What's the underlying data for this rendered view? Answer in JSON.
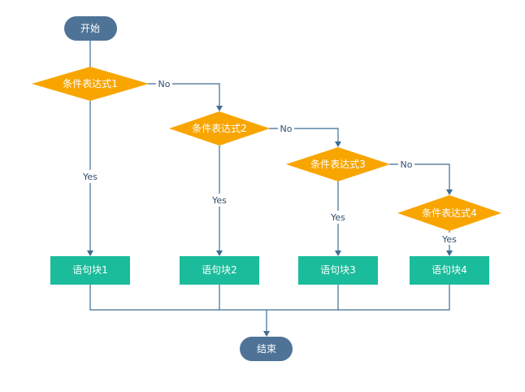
{
  "colors": {
    "terminal": "#4e7397",
    "decision": "#f8a500",
    "process": "#1bbc9b",
    "edge": "#3d6d93"
  },
  "nodes": {
    "start": "开始",
    "cond1": "条件表达式1",
    "cond2": "条件表达式2",
    "cond3": "条件表达式3",
    "cond4": "条件表达式4",
    "block1": "语句块1",
    "block2": "语句块2",
    "block3": "语句块3",
    "block4": "语句块4",
    "end": "结束"
  },
  "edge_labels": {
    "yes1": "Yes",
    "yes2": "Yes",
    "yes3": "Yes",
    "yes4": "Yes",
    "no1": "No",
    "no2": "No",
    "no3": "No"
  }
}
